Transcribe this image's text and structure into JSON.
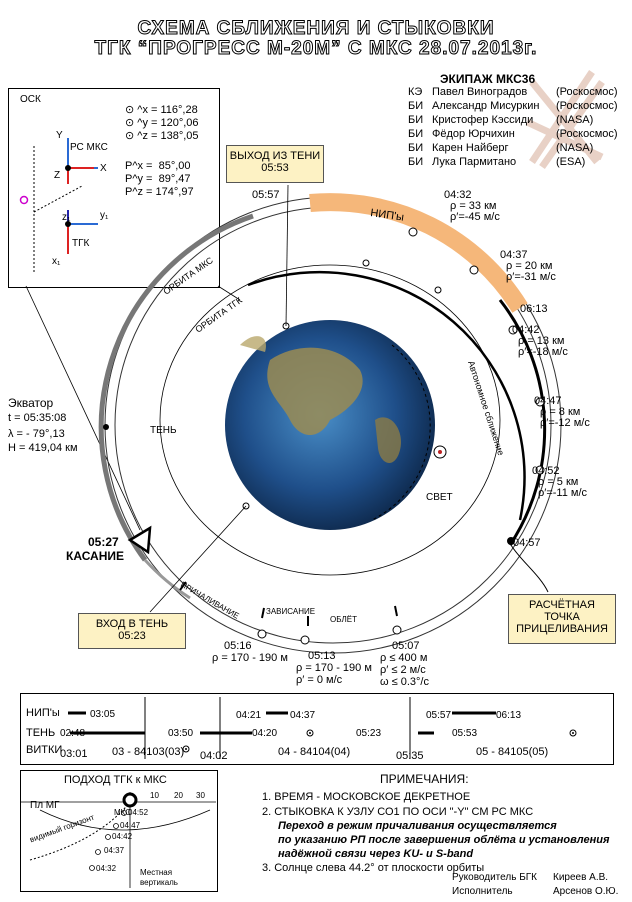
{
  "header": {
    "line1": "СХЕМА СБЛИЖЕНИЯ И СТЫКОВКИ",
    "line2": "ТГК “ПРОГРЕСС М-20М” С МКС 28.07.2013г."
  },
  "crew": {
    "title": "ЭКИПАЖ МКС36",
    "members": [
      {
        "role": "КЭ",
        "name": "Павел Виноградов",
        "agency": "(Роскосмос)"
      },
      {
        "role": "БИ",
        "name": "Александр Мисуркин",
        "agency": "(Роскосмос)"
      },
      {
        "role": "БИ",
        "name": "Кристофер Кэссиди",
        "agency": "(NASA)"
      },
      {
        "role": "БИ",
        "name": "Фёдор Юрчихин",
        "agency": "(Роскосмос)"
      },
      {
        "role": "БИ",
        "name": "Карен Найберг",
        "agency": "(NASA)"
      },
      {
        "role": "БИ",
        "name": "Лука Пармитано",
        "agency": "(ESA)"
      }
    ]
  },
  "osk": {
    "label": "ОСК",
    "mks_label": "РС МКС",
    "tgk_label": "ТГК",
    "axes": [
      "X",
      "Y",
      "Z"
    ],
    "axes_sub": [
      "x₁",
      "y₁",
      "z₁"
    ],
    "mks_angles": [
      "^x = 116°,28",
      "^y = 120°,06",
      "^z = 138°,05"
    ],
    "tgk_angles": [
      "P^x =  85°,00",
      "P^y =  89°,47",
      "P^z = 174°,97"
    ]
  },
  "equator": {
    "label": "Экватор",
    "t": "t = 05:35:08",
    "lambda": "λ = - 79°,13",
    "h": "H =  419,04 км"
  },
  "callouts": {
    "exit_shadow": {
      "label": "ВЫХОД ИЗ ТЕНИ",
      "time": "05:53"
    },
    "enter_shadow": {
      "label": "ВХОД В ТЕНЬ",
      "time": "05:23"
    },
    "aim_point": {
      "label": "РАСЧЁТНАЯ ТОЧКА ПРИЦЕЛИВАНИЯ"
    }
  },
  "orbit": {
    "mks_label": "ОРБИТА МКС",
    "tgk_label": "ОРБИТА ТГК",
    "nip_label": "НИП'ы",
    "auto_label": "Автономное сближение",
    "shadow": "ТЕНЬ",
    "light": "СВЕТ",
    "berthing": "ПРИЧАЛИВАНИЕ",
    "hover": "ЗАВИСАНИЕ",
    "flyaround": "ОБЛЁТ",
    "docking_time": "05:27",
    "docking_label": "КАСАНИЕ",
    "time_0557": "05:57",
    "time_0613": "06:13"
  },
  "events": [
    {
      "time": "04:32",
      "l1": "ρ = 33 км",
      "l2": "ρ′=-45 м/с"
    },
    {
      "time": "04:37",
      "l1": "ρ = 20 км",
      "l2": "ρ′=-31 м/с"
    },
    {
      "time": "04:42",
      "l1": "ρ = 13 км",
      "l2": "ρ′=-18 м/с"
    },
    {
      "time": "04:47",
      "l1": "ρ = 8 км",
      "l2": "ρ′=-12 м/с"
    },
    {
      "time": "04:52",
      "l1": "ρ = 5 км",
      "l2": "ρ′=-11 м/с"
    },
    {
      "time": "04:57"
    }
  ],
  "bottom_events": [
    {
      "time": "05:16",
      "l1": "ρ = 170 - 190 м"
    },
    {
      "time": "05:13",
      "l1": "ρ = 170 - 190 м",
      "l2": "ρ′ = 0 м/с"
    },
    {
      "time": "05:07",
      "l1": "ρ ≤ 400 м",
      "l2": "ρ′ ≤ 2 м/с",
      "l3": "ω ≤ 0.3°/с"
    }
  ],
  "timeline": {
    "rows": [
      "НИП'ы",
      "ТЕНЬ",
      "ВИТКИ"
    ],
    "nip": [
      "03:05",
      "04:21",
      "04:37",
      "05:57",
      "06:13"
    ],
    "shadow": [
      "02:48",
      "03:50",
      "04:20",
      "05:23",
      "05:53"
    ],
    "orbits": [
      "03:01",
      "03 - 84103(03)",
      "04:02",
      "04 - 84104(04)",
      "05:35",
      "05 - 84105(05)"
    ]
  },
  "approach": {
    "title": "ПОДХОД ТГК к МКС",
    "plane": "Пл МГ",
    "mks": "МКС",
    "horizon": "видимый горизонт",
    "vertical1": "Местная",
    "vertical2": "вертикаль",
    "scale": [
      "10",
      "20",
      "30"
    ],
    "times": [
      "04:52",
      "04:47",
      "04:42",
      "04:37",
      "04:32"
    ]
  },
  "notes": {
    "title": "ПРИМЕЧАНИЯ:",
    "n1": "1. ВРЕМЯ - МОСКОВСКОЕ ДЕКРЕТНОЕ",
    "n2": "2. СТЫКОВКА К УЗЛУ СО1 ПО ОСИ \"-Y\" СМ РС МКС",
    "n2a": "Переход в режим причаливания осуществляется",
    "n2b": "по указанию РП  после завершения облёта и установления",
    "n2c": "надёжной связи  через KU- и S-band",
    "n3": "3. Солнце слева 44.2° от плоскости орбиты"
  },
  "signature": {
    "head_role": "Руководитель БГК",
    "head_name": "Киреев А.В.",
    "exec_role": "Исполнитель",
    "exec_name": "Арсенов О.Ю."
  }
}
